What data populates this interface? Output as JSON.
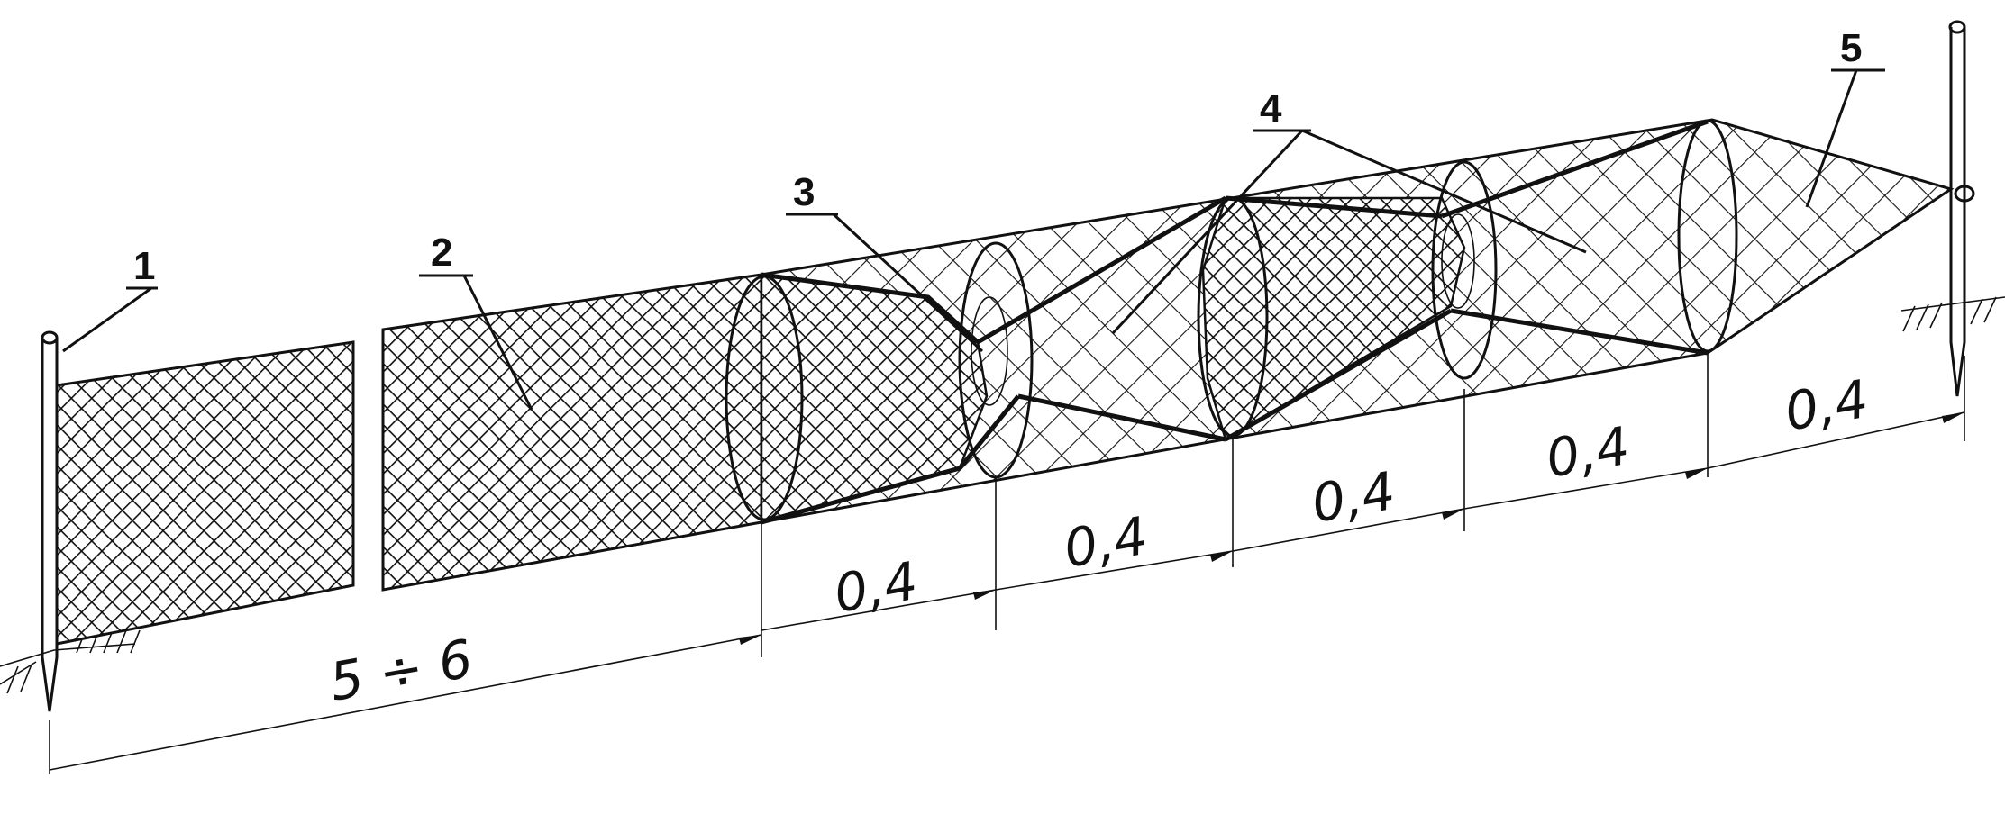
{
  "callouts": [
    {
      "id": "1",
      "text": "1"
    },
    {
      "id": "2",
      "text": "2"
    },
    {
      "id": "3",
      "text": "3"
    },
    {
      "id": "4",
      "text": "4"
    },
    {
      "id": "5",
      "text": "5"
    }
  ],
  "dimensions": {
    "front_length": "5 ÷ 6",
    "section_1": "0,4",
    "section_2": "0,4",
    "section_3": "0,4",
    "section_4": "0,4",
    "section_5": "0,4"
  },
  "colors": {
    "ink": "#111111",
    "paper": "#ffffff"
  }
}
